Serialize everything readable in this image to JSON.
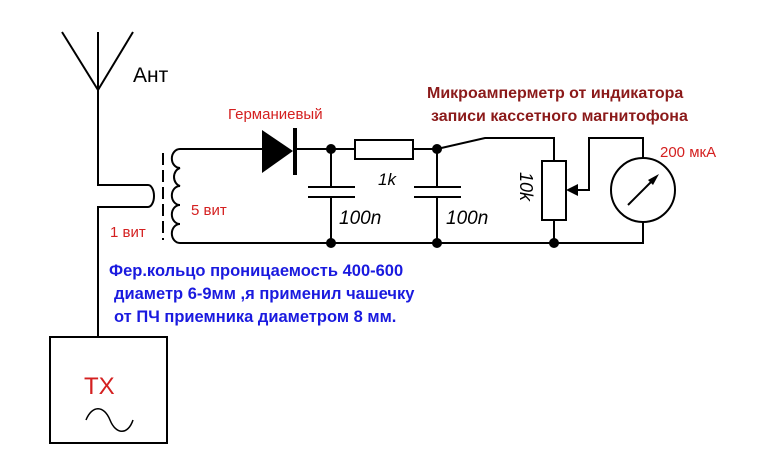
{
  "labels": {
    "antenna": "Ант",
    "diode": "Германиевый",
    "title_line1": "Микроамперметр от индикатора",
    "title_line2": "записи кассетного магнитофона",
    "meter_range": "200 мкА",
    "resistor": "1k",
    "cap1": "100n",
    "cap2": "100n",
    "pot": "10k",
    "secondary_turns": "5 вит",
    "primary_turns": "1 вит",
    "tx": "TX"
  },
  "note": [
    "Фер.кольцо проницаемость 400-600",
    "диаметр 6-9мм ,я применил чашечку",
    "от ПЧ приемника диаметром 8 мм."
  ],
  "colors": {
    "wire": "#000000",
    "red": "#d42020",
    "title": "#8b1a1a",
    "note": "#1a1adf"
  }
}
